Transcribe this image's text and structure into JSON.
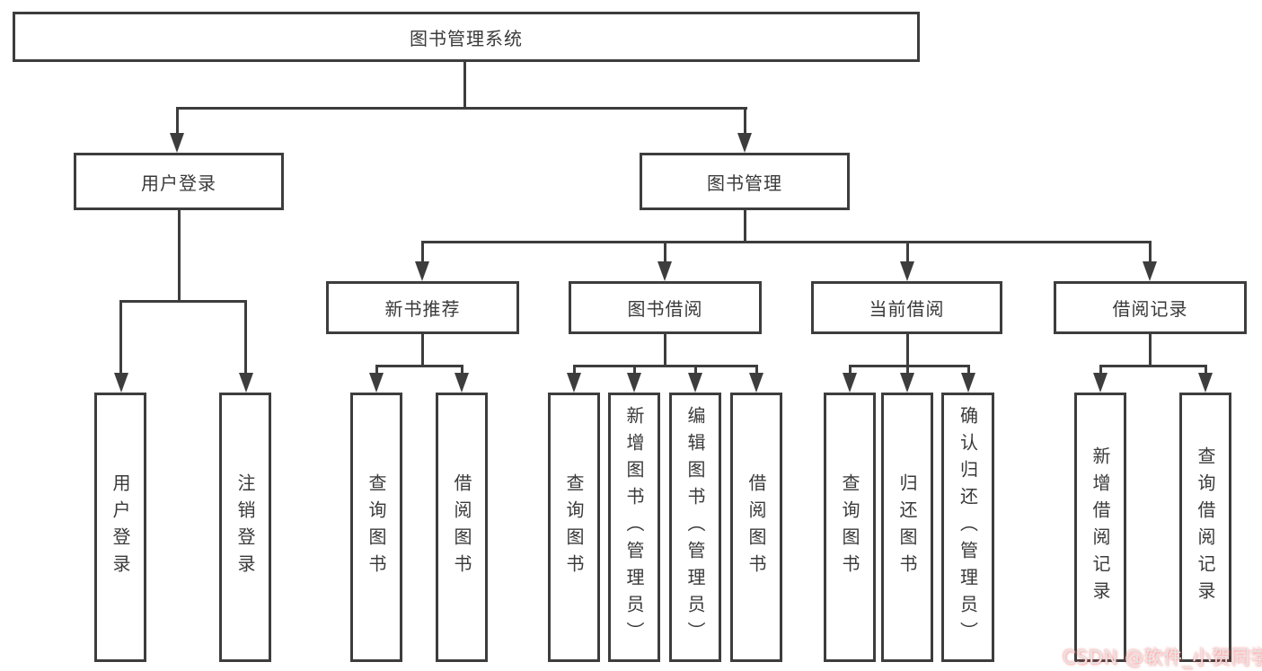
{
  "diagram": {
    "root": {
      "label": "图书管理系统"
    },
    "branches": [
      {
        "label": "用户登录",
        "children": [
          {
            "label": "用户登录"
          },
          {
            "label": "注销登录"
          }
        ]
      },
      {
        "label": "图书管理",
        "children": [
          {
            "label": "新书推荐",
            "children": [
              {
                "label": "查询图书"
              },
              {
                "label": "借阅图书"
              }
            ]
          },
          {
            "label": "图书借阅",
            "children": [
              {
                "label": "查询图书"
              },
              {
                "label": "新增图书（管理员）"
              },
              {
                "label": "编辑图书（管理员）"
              },
              {
                "label": "借阅图书"
              }
            ]
          },
          {
            "label": "当前借阅",
            "children": [
              {
                "label": "查询图书"
              },
              {
                "label": "归还图书"
              },
              {
                "label": "确认归还（管理员）"
              }
            ]
          },
          {
            "label": "借阅记录",
            "children": [
              {
                "label": "新增借阅记录"
              },
              {
                "label": "查询借阅记录"
              }
            ]
          }
        ]
      }
    ]
  },
  "watermark": {
    "text": "CSDN @软件_小贺同学"
  },
  "colors": {
    "line": "#3d3d3d",
    "text": "#3a3a3a",
    "background": "#ffffff",
    "watermark_text": "#e6e6e6",
    "watermark_glow": "#ff5c5c"
  }
}
